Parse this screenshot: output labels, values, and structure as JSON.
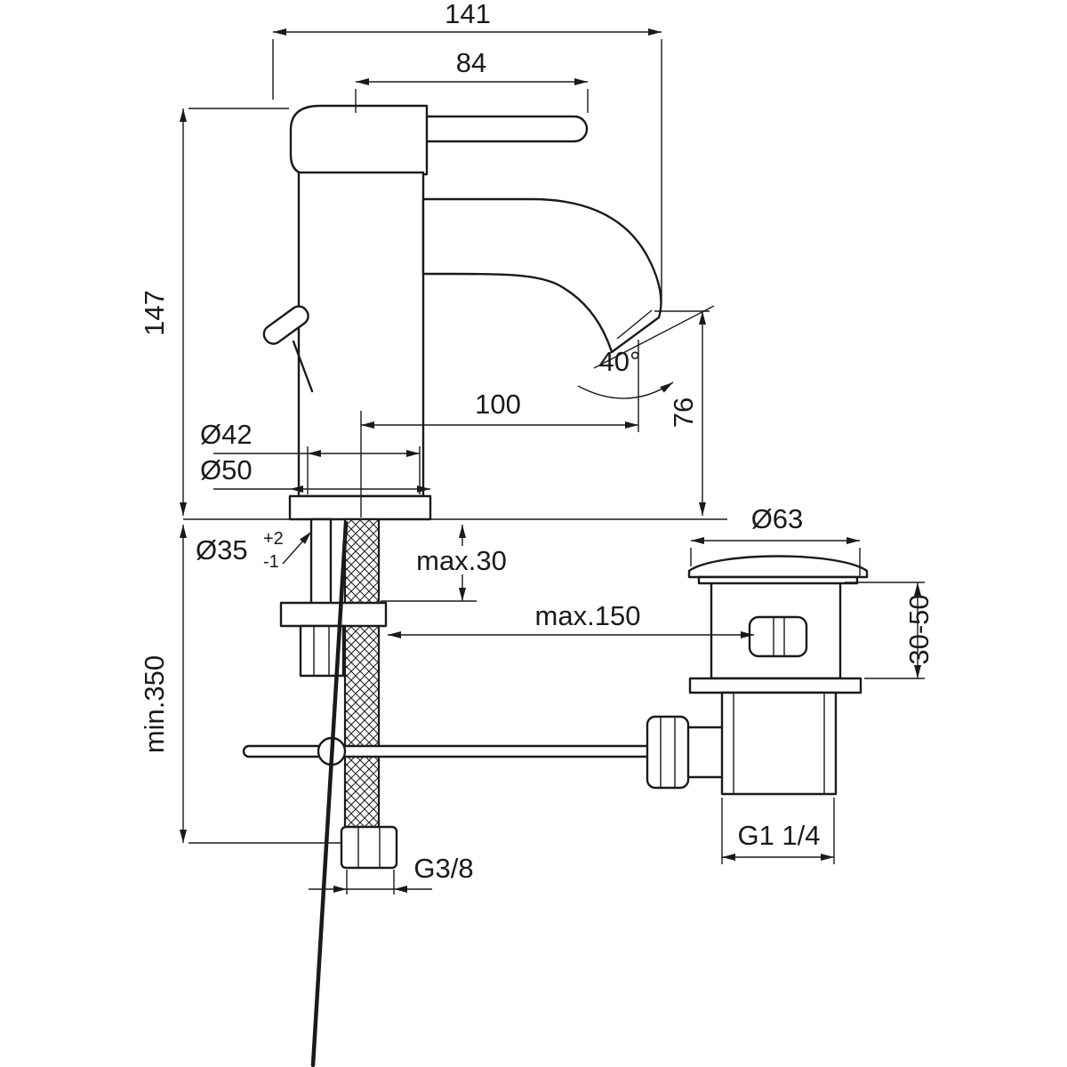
{
  "dimensions": {
    "overall_width": "141",
    "handle_length": "84",
    "body_height": "147",
    "spout_angle": "40°",
    "spout_reach": "100",
    "spout_height": "76",
    "body_diameter": "Ø42",
    "base_diameter": "Ø50",
    "hole_diameter": "Ø35",
    "hole_tolerance_plus": "+2",
    "hole_tolerance_minus": "-1",
    "deck_thickness": "max.30",
    "waste_distance": "max.150",
    "waste_flange_diameter": "Ø63",
    "waste_height_range": "30-50",
    "hose_length": "min.350",
    "supply_thread": "G3/8",
    "waste_thread": "G1 1/4"
  }
}
